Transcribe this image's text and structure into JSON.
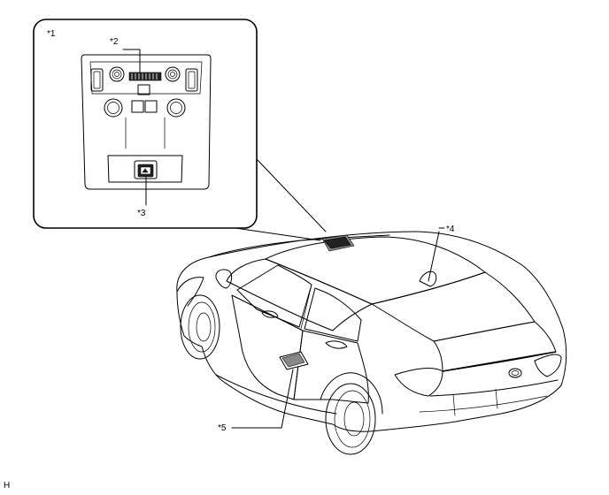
{
  "callouts": {
    "c1": "*1",
    "c2": "*2",
    "c3": "*3",
    "c4": "*4",
    "c5": "*5"
  },
  "corner_code": "H"
}
